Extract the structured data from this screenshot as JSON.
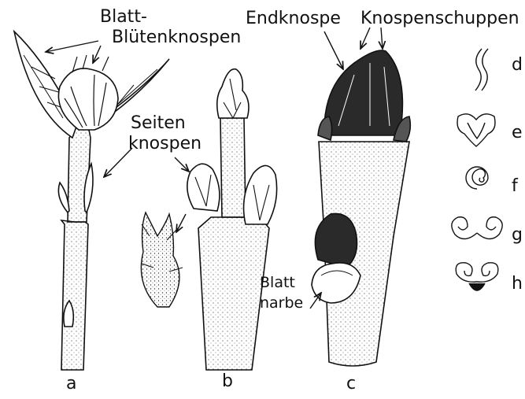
{
  "labels": {
    "blatt_line1": "Blatt-",
    "blatt_line2": "Blütenknospen",
    "seiten_line1": "Seiten",
    "seiten_line2": "knospen",
    "endknospe": "Endknospe",
    "knospenschuppen": "Knospenschuppen",
    "blattnarbe_line1": "Blatt",
    "blattnarbe_line2": "narbe",
    "panel_a": "a",
    "panel_b": "b",
    "panel_c": "c",
    "panel_d": "d",
    "panel_e": "e",
    "panel_f": "f",
    "panel_g": "g",
    "panel_h": "h"
  },
  "colors": {
    "ink": "#111111",
    "bud_dark": "#2a2a2a",
    "paper": "#ffffff"
  }
}
